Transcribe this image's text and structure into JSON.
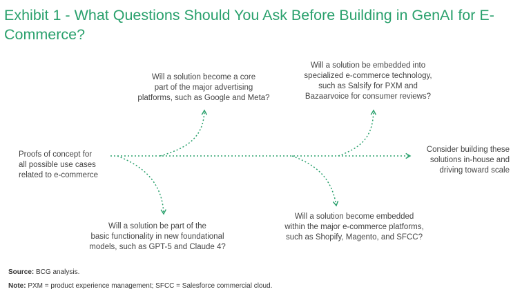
{
  "title": "Exhibit 1 - What Questions Should You Ask Before Building in GenAI for E-Commerce?",
  "colors": {
    "accent": "#29a06c",
    "text": "#444444"
  },
  "start_label": [
    "Proofs of concept for",
    "all possible use cases",
    "related to e-commerce"
  ],
  "end_label": [
    "Consider building these",
    "solutions in-house and",
    "driving toward scale"
  ],
  "questions": {
    "top_left": [
      "Will a solution become a core",
      "part of the major advertising",
      "platforms, such as Google and Meta?"
    ],
    "top_right": [
      "Will a solution be embedded into",
      "specialized e-commerce technology,",
      "such as Salsify for PXM and",
      "Bazaarvoice for consumer reviews?"
    ],
    "bottom_left": [
      "Will a solution be part of the",
      "basic functionality in new foundational",
      "models, such as GPT-5 and Claude 4?"
    ],
    "bottom_right": [
      "Will a solution become embedded",
      "within the major e-commerce platforms,",
      "such as Shopify, Magento, and SFCC?"
    ]
  },
  "footer": {
    "source_label": "Source:",
    "source_text": "BCG analysis.",
    "note_label": "Note:",
    "note_text": "PXM = product experience management; SFCC = Salesforce commercial cloud."
  }
}
